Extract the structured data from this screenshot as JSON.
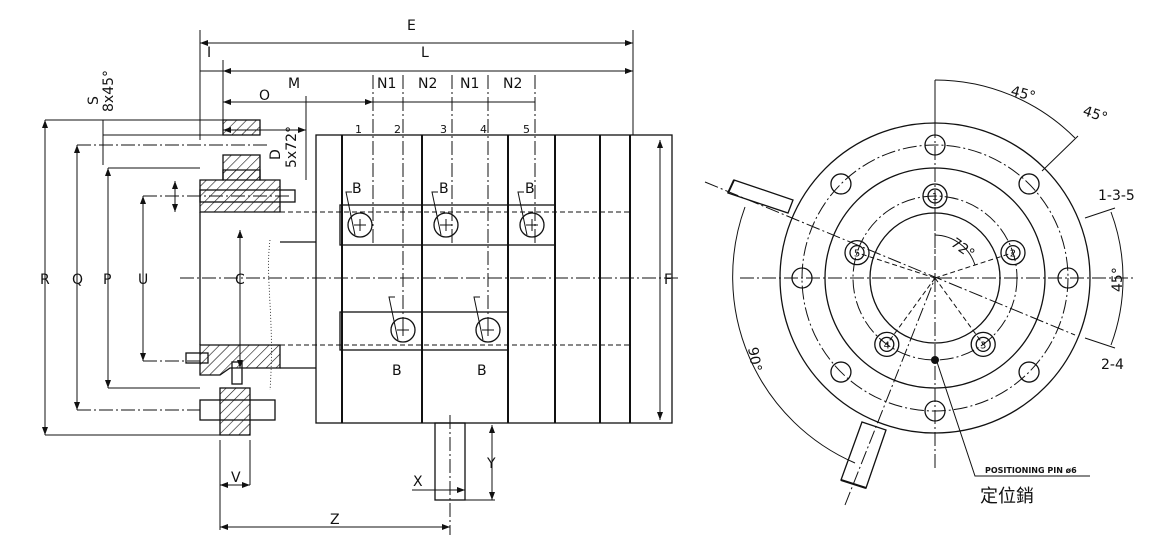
{
  "side_view": {
    "dims": {
      "E": "E",
      "I": "I",
      "L": "L",
      "M": "M",
      "N1a": "N1",
      "N2a": "N2",
      "N1b": "N1",
      "N2b": "N2",
      "O": "O",
      "S": "S",
      "chamfer": "8x45°",
      "D": "D",
      "D_note": "5x72°",
      "R": "R",
      "Q": "Q",
      "P": "P",
      "U": "U",
      "C": "C",
      "F": "F",
      "V": "V",
      "X": "X",
      "Y": "Y",
      "Z": "Z"
    },
    "port_numbers": [
      "1",
      "2",
      "3",
      "4",
      "5"
    ],
    "port_label": "B"
  },
  "front_view": {
    "angle_top": "45°",
    "angle_right": "45°",
    "angle_ports": "72°",
    "angle_tubes": "90°",
    "group_135": "1-3-5",
    "group_24": "2-4",
    "port_numbers": [
      "1",
      "2",
      "3",
      "4",
      "5"
    ],
    "pin_note": "POSITIONING PIN ø6",
    "pin_note_cn": "定位銷"
  }
}
